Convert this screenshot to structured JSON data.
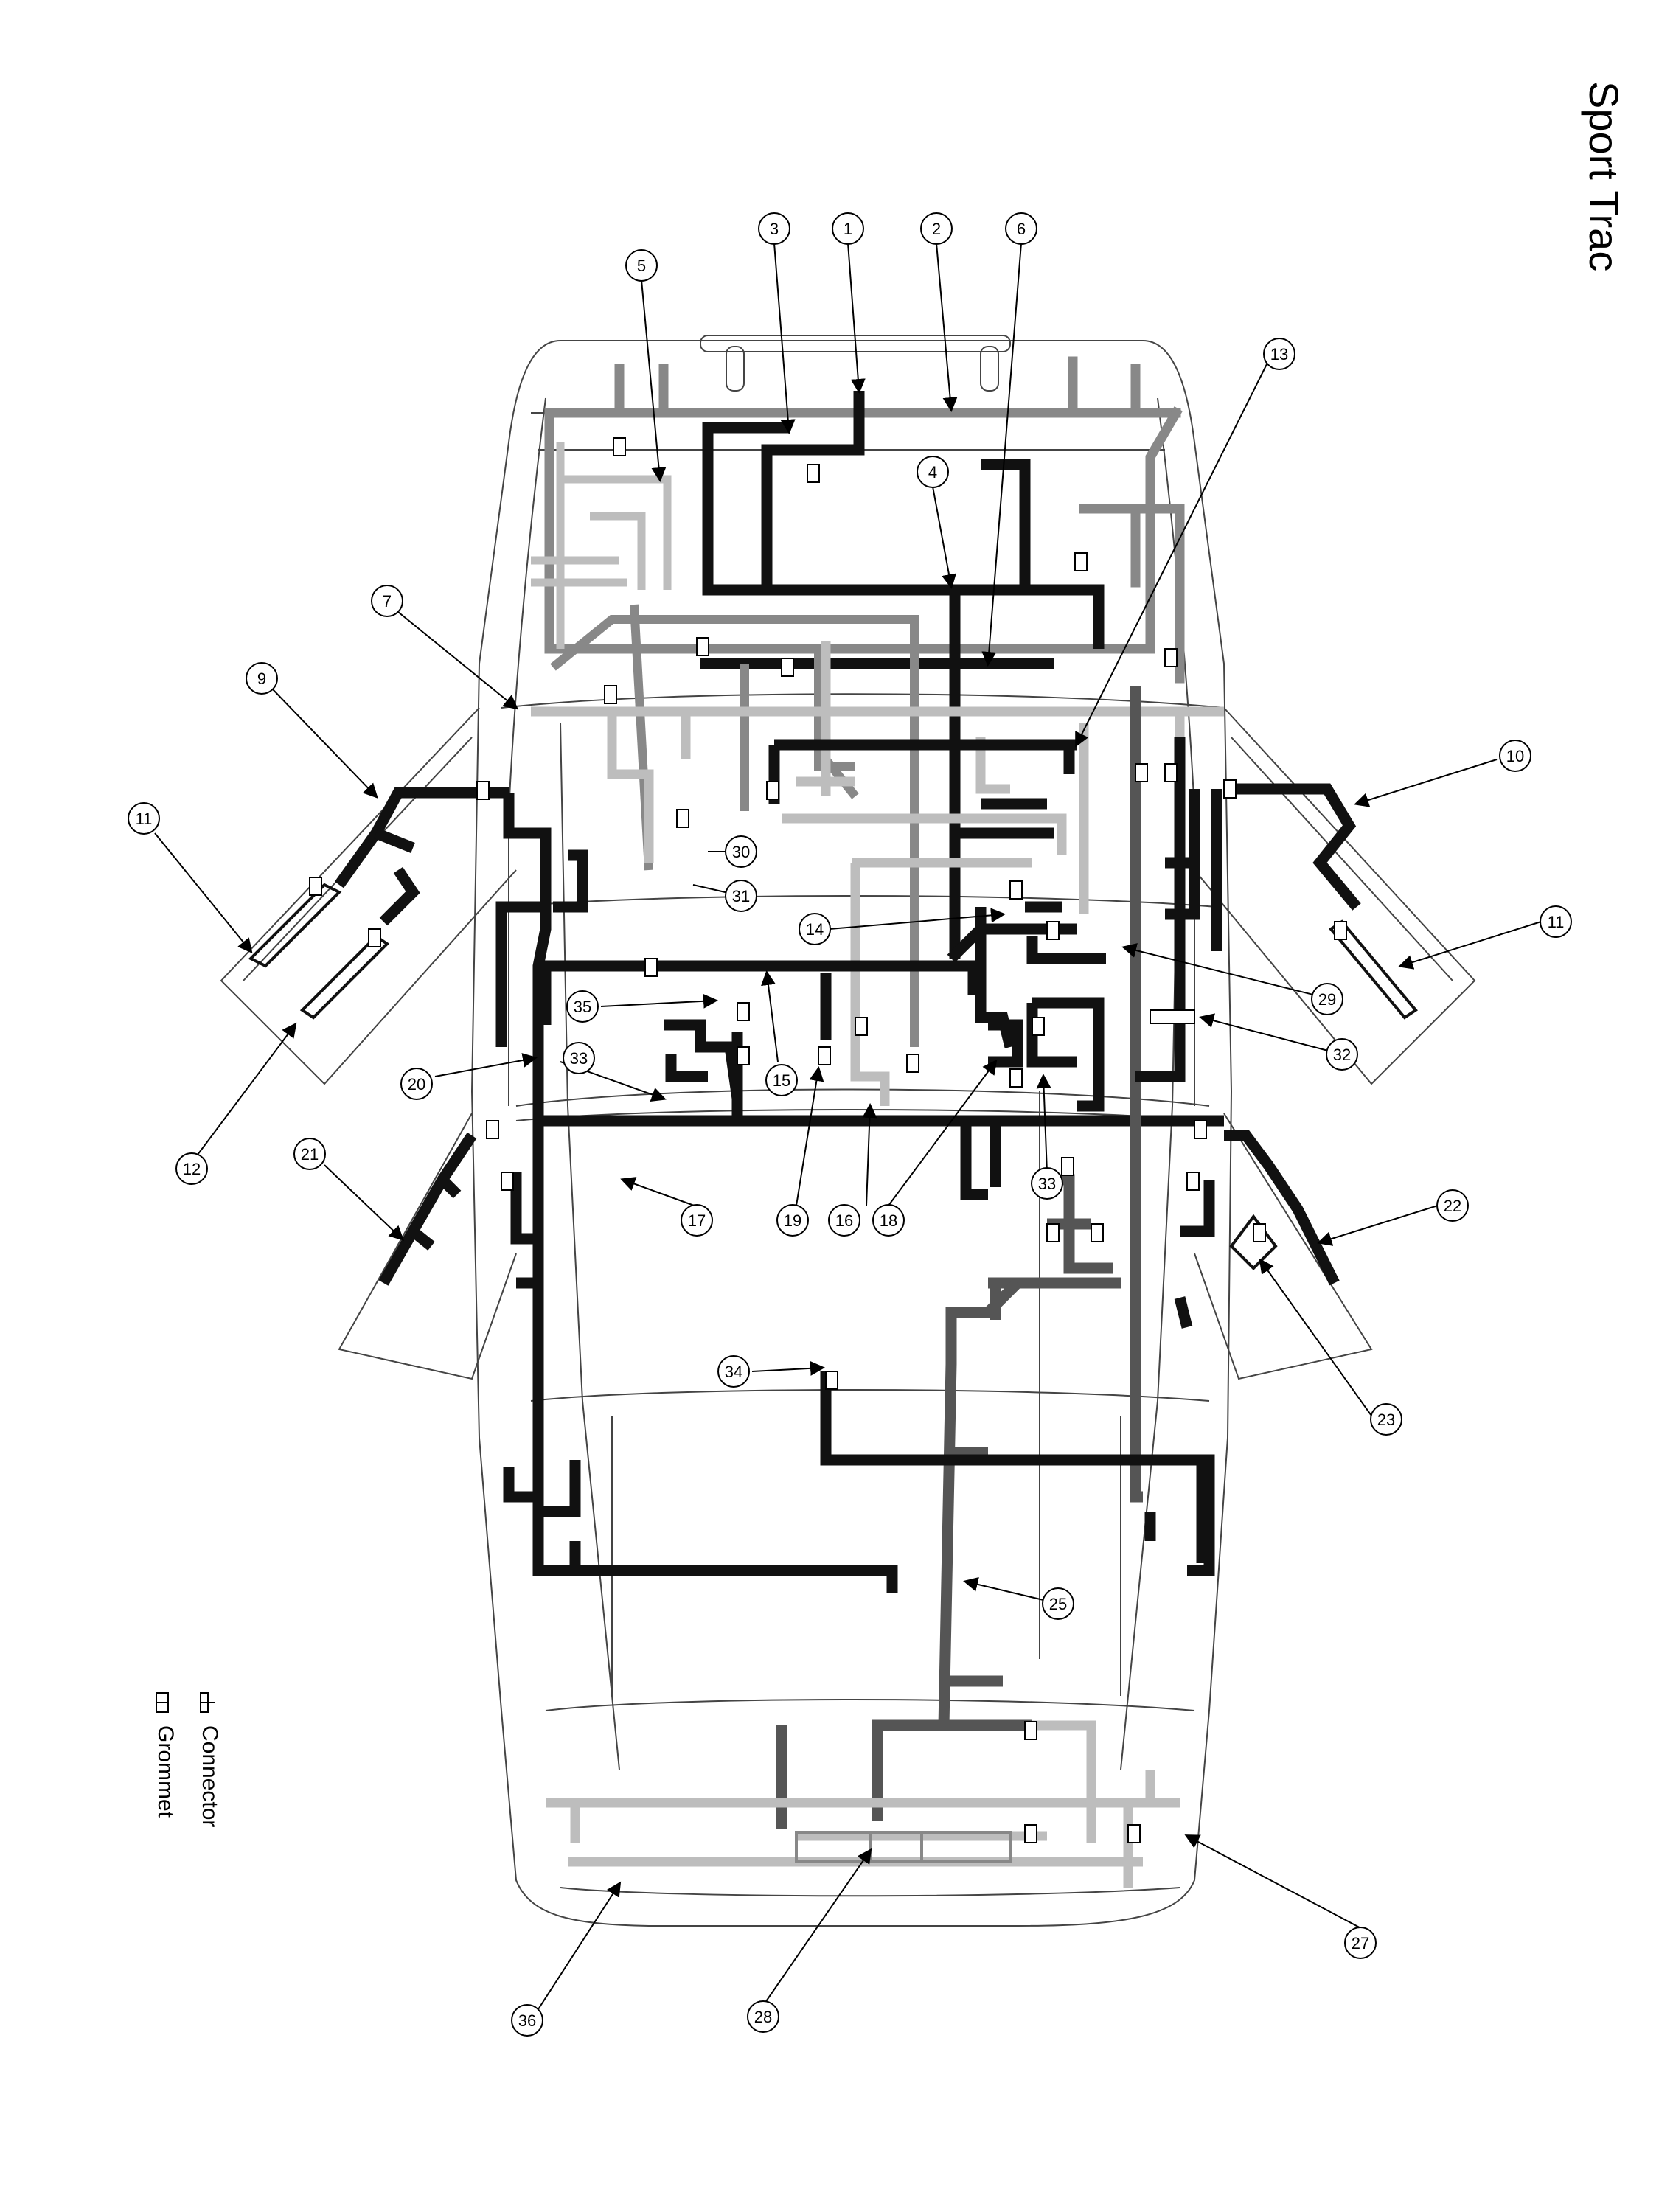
{
  "title": "Sport Trac",
  "legend": {
    "connector_label": "Connector",
    "grommet_label": "Grommet"
  },
  "callouts": {
    "c1": "1",
    "c2": "2",
    "c3": "3",
    "c4": "4",
    "c5": "5",
    "c6": "6",
    "c7": "7",
    "c9": "9",
    "c10": "10",
    "c11a": "11",
    "c11b": "11",
    "c12": "12",
    "c13": "13",
    "c14": "14",
    "c15": "15",
    "c16": "16",
    "c17": "17",
    "c18": "18",
    "c19": "19",
    "c20": "20",
    "c21": "21",
    "c22": "22",
    "c23": "23",
    "c25": "25",
    "c27": "27",
    "c28": "28",
    "c29": "29",
    "c30": "30",
    "c31": "31",
    "c32": "32",
    "c33a": "33",
    "c33b": "33",
    "c34": "34",
    "c35": "35",
    "c36": "36"
  },
  "colors": {
    "harness_black": "#111111",
    "harness_dark_gray": "#555555",
    "harness_mid_gray": "#888888",
    "harness_light_gray": "#bdbdbd",
    "outline": "#444444"
  }
}
